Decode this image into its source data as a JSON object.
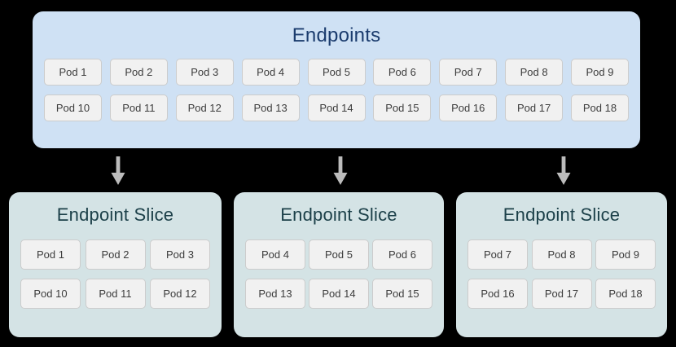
{
  "diagram": {
    "type": "kubernetes-endpointslice-diagram",
    "colors": {
      "canvas_background": "#000000",
      "endpoints_box": "#cfe1f4",
      "endpoints_title": "#1b3c6e",
      "slice_box": "#d4e3e5",
      "slice_title": "#1c4049",
      "pod_chip_background": "#f1f1f1",
      "pod_chip_border": "#cccccc",
      "pod_chip_text": "#3c3c3c",
      "arrow": "#bcbcbc"
    }
  },
  "endpoints": {
    "title": "Endpoints",
    "rows": [
      [
        "Pod 1",
        "Pod 2",
        "Pod 3",
        "Pod 4",
        "Pod 5",
        "Pod 6",
        "Pod 7",
        "Pod 8",
        "Pod 9"
      ],
      [
        "Pod 10",
        "Pod 11",
        "Pod 12",
        "Pod 13",
        "Pod 14",
        "Pod 15",
        "Pod 16",
        "Pod 17",
        "Pod 18"
      ]
    ]
  },
  "arrows": [
    {
      "name": "arrow-to-slice-1"
    },
    {
      "name": "arrow-to-slice-2"
    },
    {
      "name": "arrow-to-slice-3"
    }
  ],
  "slices": [
    {
      "title": "Endpoint Slice",
      "rows": [
        [
          "Pod 1",
          "Pod 2",
          "Pod 3"
        ],
        [
          "Pod 10",
          "Pod 11",
          "Pod 12"
        ]
      ]
    },
    {
      "title": "Endpoint Slice",
      "rows": [
        [
          "Pod 4",
          "Pod 5",
          "Pod 6"
        ],
        [
          "Pod 13",
          "Pod 14",
          "Pod 15"
        ]
      ]
    },
    {
      "title": "Endpoint Slice",
      "rows": [
        [
          "Pod 7",
          "Pod 8",
          "Pod 9"
        ],
        [
          "Pod 16",
          "Pod 17",
          "Pod 18"
        ]
      ]
    }
  ]
}
